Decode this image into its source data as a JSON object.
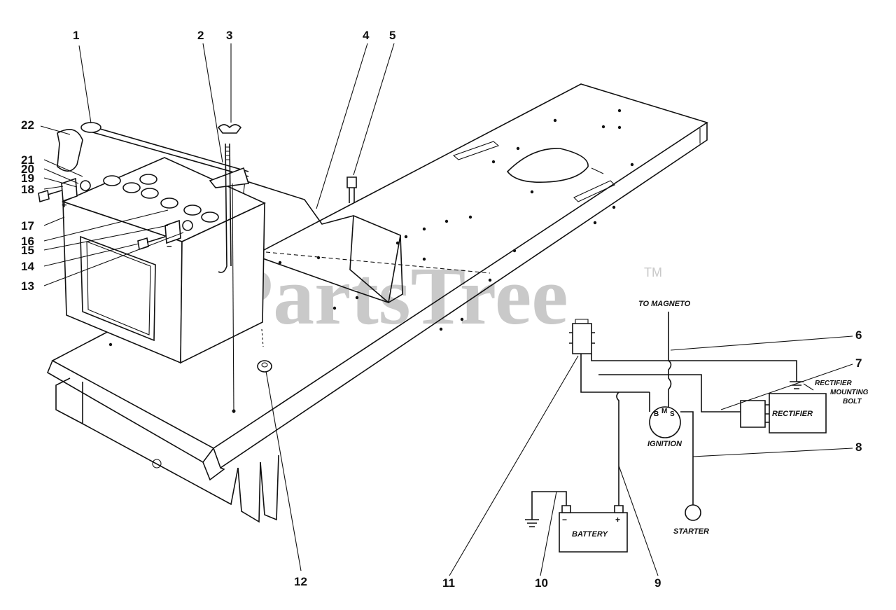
{
  "watermark": {
    "text": "PartsTree",
    "tm": "TM"
  },
  "callouts": {
    "c1": "1",
    "c2": "2",
    "c3": "3",
    "c4": "4",
    "c5": "5",
    "c6": "6",
    "c7": "7",
    "c8": "8",
    "c9": "9",
    "c10": "10",
    "c11": "11",
    "c12": "12",
    "c13": "13",
    "c14": "14",
    "c15": "15",
    "c16": "16",
    "c17": "17",
    "c18": "18",
    "c19": "19",
    "c20": "20",
    "c21": "21",
    "c22": "22"
  },
  "wiring": {
    "to_magneto": "TO MAGNETO",
    "rectifier_mounting_bolt": [
      "RECTIFIER",
      "MOUNTING",
      "BOLT"
    ],
    "rectifier": "RECTIFIER",
    "ignition": "IGNITION",
    "battery": "BATTERY",
    "starter": "STARTER",
    "terminal_b": "B",
    "terminal_m": "M",
    "terminal_s": "S",
    "battery_minus": "−",
    "battery_plus": "+"
  }
}
